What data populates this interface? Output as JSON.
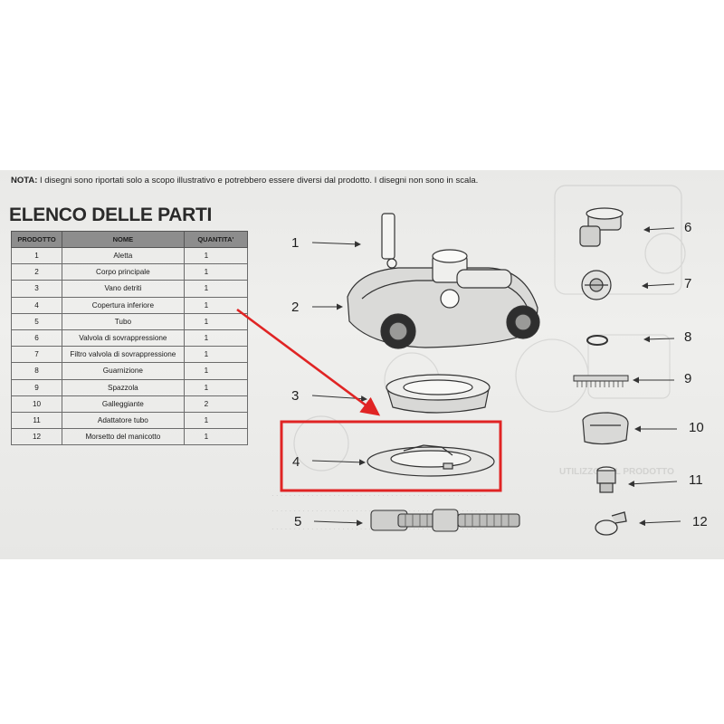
{
  "note": {
    "label": "NOTA:",
    "text": " I disegni sono riportati solo a scopo illustrativo e potrebbero essere diversi dal prodotto. I disegni non sono in scala."
  },
  "title": "ELENCO DELLE PARTI",
  "table": {
    "headers": [
      "PRODOTTO",
      "NOME",
      "QUANTITA'"
    ],
    "rows": [
      {
        "id": "1",
        "name": "Aletta",
        "qty": "1"
      },
      {
        "id": "2",
        "name": "Corpo principale",
        "qty": "1"
      },
      {
        "id": "3",
        "name": "Vano detriti",
        "qty": "1"
      },
      {
        "id": "4",
        "name": "Copertura inferiore",
        "qty": "1"
      },
      {
        "id": "5",
        "name": "Tubo",
        "qty": "1"
      },
      {
        "id": "6",
        "name": "Valvola di sovrappressione",
        "qty": "1"
      },
      {
        "id": "7",
        "name": "Filtro valvola di sovrappressione",
        "qty": "1"
      },
      {
        "id": "8",
        "name": "Guarnizione",
        "qty": "1"
      },
      {
        "id": "9",
        "name": "Spazzola",
        "qty": "1"
      },
      {
        "id": "10",
        "name": "Galleggiante",
        "qty": "2"
      },
      {
        "id": "11",
        "name": "Adattatore tubo",
        "qty": "1"
      },
      {
        "id": "12",
        "name": "Morsetto del manicotto",
        "qty": "1"
      }
    ]
  },
  "callouts": [
    "1",
    "2",
    "3",
    "4",
    "5",
    "6",
    "7",
    "8",
    "9",
    "10",
    "11",
    "12"
  ],
  "colors": {
    "highlight": "#e02424",
    "paper": "#ececea",
    "ink": "#1f1f1f"
  },
  "icons": [
    "float-part-icon",
    "hose-part-icon",
    "cleaner-body-icon",
    "debris-bin-icon",
    "bottom-cover-icon",
    "valve-icon",
    "valve-filter-icon",
    "gasket-icon",
    "brush-icon",
    "float-icon",
    "adapter-icon",
    "clamp-icon"
  ]
}
